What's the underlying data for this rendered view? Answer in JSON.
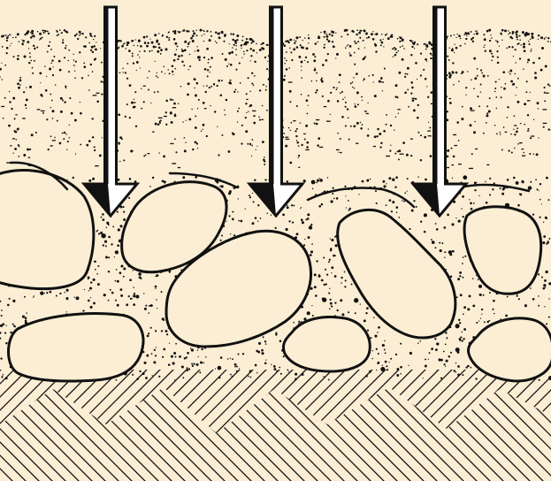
{
  "figure": {
    "description_visible_text": "",
    "layers": [
      "settling-fines-layer",
      "aggregate-fines-matrix-layer",
      "subgrade-hatch-layer"
    ],
    "arrow_count": 3,
    "colors": {
      "background": "#FBEED4",
      "stone_fill": "#FBEED4",
      "ink": "#111111",
      "arrow_fill": "#FFFFFF"
    }
  }
}
